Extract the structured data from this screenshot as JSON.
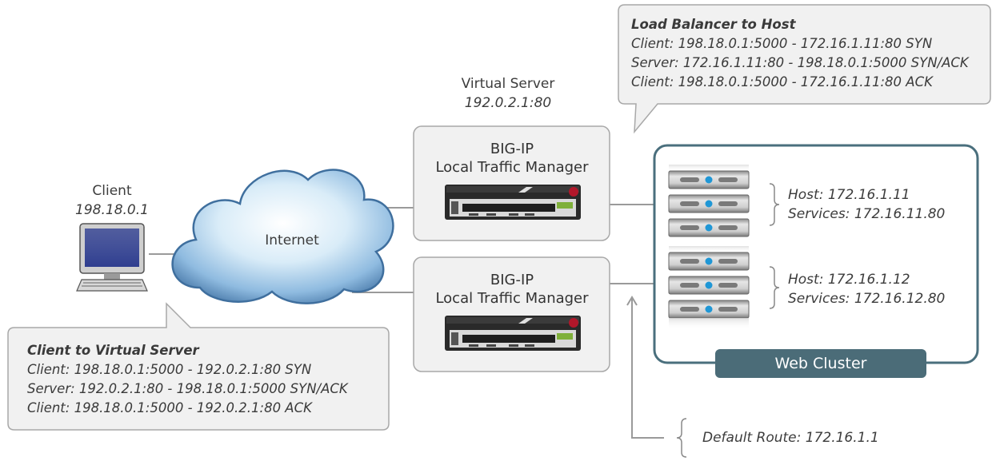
{
  "client": {
    "label": "Client",
    "ip": "198.18.0.1"
  },
  "internet": {
    "label": "Internet"
  },
  "virtual_server": {
    "label": "Virtual Server",
    "address": "192.0.2.1:80"
  },
  "bigip_1": {
    "line1": "BIG-IP",
    "line2": "Local Traffic Manager"
  },
  "bigip_2": {
    "line1": "BIG-IP",
    "line2": "Local Traffic Manager"
  },
  "callout_client": {
    "title": "Client to Virtual Server",
    "lines": [
      "Client: 198.18.0.1:5000 - 192.0.2.1:80 SYN",
      "Server: 192.0.2.1:80 - 198.18.0.1:5000 SYN/ACK",
      "Client: 198.18.0.1:5000 - 192.0.2.1:80 ACK"
    ]
  },
  "callout_lb": {
    "title": "Load Balancer to Host",
    "lines": [
      "Client: 198.18.0.1:5000 - 172.16.1.11:80 SYN",
      "Server: 172.16.1.11:80 - 198.18.0.1:5000 SYN/ACK",
      "Client: 198.18.0.1:5000 - 172.16.1.11:80 ACK"
    ]
  },
  "hosts": [
    {
      "host": "Host: 172.16.1.11",
      "services": "Services: 172.16.11.80"
    },
    {
      "host": "Host: 172.16.1.12",
      "services": "Services: 172.16.12.80"
    }
  ],
  "web_cluster": {
    "label": "Web Cluster"
  },
  "default_route": {
    "label": "Default Route: 172.16.1.1"
  },
  "colors": {
    "cluster_border": "#4a6f7d",
    "cluster_tab": "#4b6c78",
    "box_fill": "#f1f1f1",
    "box_border": "#a8a8a8",
    "cloud_light": "#e6f3fb",
    "cloud_dark": "#4f7fae",
    "line": "#9a9a9a"
  }
}
